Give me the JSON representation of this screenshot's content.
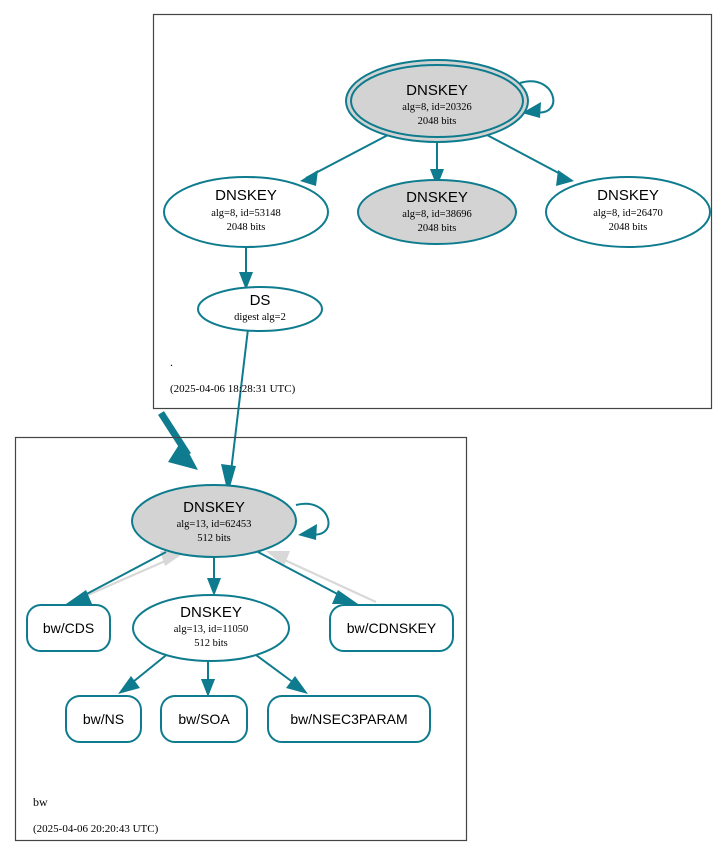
{
  "diagram": {
    "kind": "dnssec-authentication-chain",
    "colors": {
      "accent_teal": "#0e7c8e",
      "node_fill_secure": "#d3d3d3",
      "node_fill_plain": "#ffffff",
      "cluster_border": "#444444",
      "gray_edge": "#d8d8d8"
    }
  },
  "zones": [
    {
      "id": "root",
      "label": ".",
      "timestamp": "(2025-04-06 18:28:31 UTC)",
      "nodes": [
        {
          "id": "root-ksk-20326",
          "type": "dnskey",
          "shape": "doublecircle",
          "fill": "secure",
          "title": "DNSKEY",
          "line2": "alg=8, id=20326",
          "line3": "2048 bits",
          "self_signed": true
        },
        {
          "id": "root-zsk-53148",
          "type": "dnskey",
          "shape": "ellipse",
          "fill": "plain",
          "title": "DNSKEY",
          "line2": "alg=8, id=53148",
          "line3": "2048 bits",
          "self_signed": false
        },
        {
          "id": "root-zsk-38696",
          "type": "dnskey",
          "shape": "ellipse",
          "fill": "secure",
          "title": "DNSKEY",
          "line2": "alg=8, id=38696",
          "line3": "2048 bits",
          "self_signed": false
        },
        {
          "id": "root-zsk-26470",
          "type": "dnskey",
          "shape": "ellipse",
          "fill": "plain",
          "title": "DNSKEY",
          "line2": "alg=8, id=26470",
          "line3": "2048 bits",
          "self_signed": false
        },
        {
          "id": "root-ds",
          "type": "ds",
          "shape": "ellipse",
          "fill": "plain",
          "title": "DS",
          "line2": "digest alg=2",
          "line3": "",
          "self_signed": false
        }
      ]
    },
    {
      "id": "bw",
      "label": "bw",
      "timestamp": "(2025-04-06 20:20:43 UTC)",
      "nodes": [
        {
          "id": "bw-ksk-62453",
          "type": "dnskey",
          "shape": "ellipse",
          "fill": "secure",
          "title": "DNSKEY",
          "line2": "alg=13, id=62453",
          "line3": "512 bits",
          "self_signed": true
        },
        {
          "id": "bw-zsk-11050",
          "type": "dnskey",
          "shape": "ellipse",
          "fill": "plain",
          "title": "DNSKEY",
          "line2": "alg=13, id=11050",
          "line3": "512 bits",
          "self_signed": false
        }
      ],
      "rrsets": [
        {
          "id": "bw-cds",
          "label": "bw/CDS"
        },
        {
          "id": "bw-cdnskey",
          "label": "bw/CDNSKEY"
        },
        {
          "id": "bw-ns",
          "label": "bw/NS"
        },
        {
          "id": "bw-soa",
          "label": "bw/SOA"
        },
        {
          "id": "bw-nsec3param",
          "label": "bw/NSEC3PARAM"
        }
      ]
    }
  ],
  "edges": [
    {
      "from": "root-ksk-20326",
      "to": "root-ksk-20326",
      "style": "teal",
      "kind": "self-sign"
    },
    {
      "from": "root-ksk-20326",
      "to": "root-zsk-53148",
      "style": "teal",
      "kind": "sign"
    },
    {
      "from": "root-ksk-20326",
      "to": "root-zsk-38696",
      "style": "teal",
      "kind": "sign"
    },
    {
      "from": "root-ksk-20326",
      "to": "root-zsk-26470",
      "style": "teal",
      "kind": "sign"
    },
    {
      "from": "root-zsk-53148",
      "to": "root-ds",
      "style": "teal",
      "kind": "sign"
    },
    {
      "from": "root-ds",
      "to": "bw-ksk-62453",
      "style": "teal",
      "kind": "delegation"
    },
    {
      "from": "root",
      "to": "bw",
      "style": "teal-thick",
      "kind": "zone-delegation"
    },
    {
      "from": "bw-ksk-62453",
      "to": "bw-ksk-62453",
      "style": "teal",
      "kind": "self-sign"
    },
    {
      "from": "bw-ksk-62453",
      "to": "bw-zsk-11050",
      "style": "teal",
      "kind": "sign"
    },
    {
      "from": "bw-ksk-62453",
      "to": "bw-cds",
      "style": "teal",
      "kind": "sign"
    },
    {
      "from": "bw-ksk-62453",
      "to": "bw-cdnskey",
      "style": "teal",
      "kind": "sign"
    },
    {
      "from": "bw-cds",
      "to": "bw-ksk-62453",
      "style": "gray",
      "kind": "references"
    },
    {
      "from": "bw-cdnskey",
      "to": "bw-ksk-62453",
      "style": "gray",
      "kind": "references"
    },
    {
      "from": "bw-zsk-11050",
      "to": "bw-ns",
      "style": "teal",
      "kind": "sign"
    },
    {
      "from": "bw-zsk-11050",
      "to": "bw-soa",
      "style": "teal",
      "kind": "sign"
    },
    {
      "from": "bw-zsk-11050",
      "to": "bw-nsec3param",
      "style": "teal",
      "kind": "sign"
    }
  ]
}
